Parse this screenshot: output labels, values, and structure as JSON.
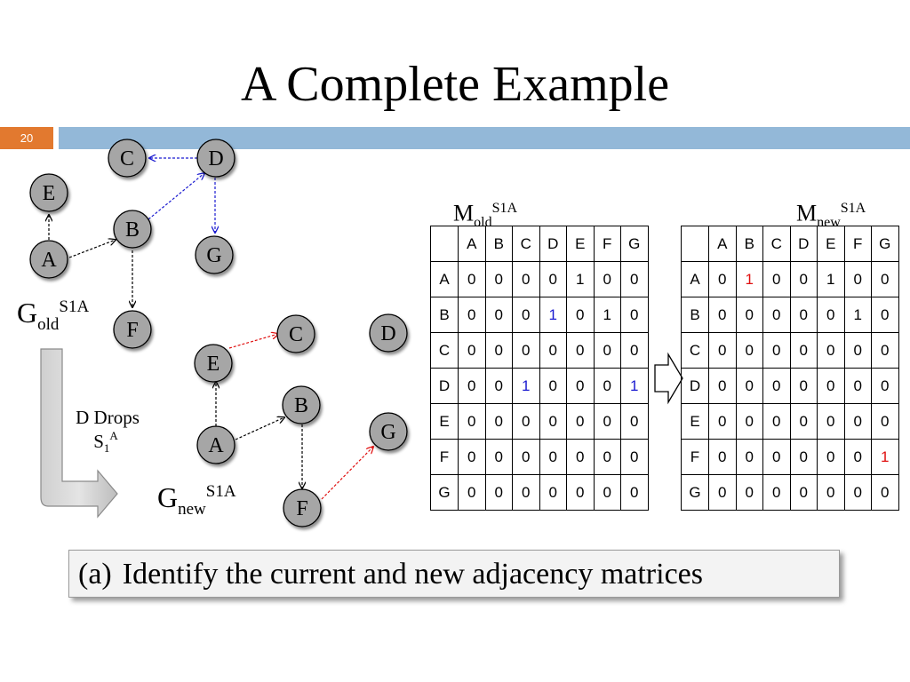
{
  "slide": {
    "title": "A Complete Example",
    "number": "20"
  },
  "graph_old": {
    "label_main": "G",
    "label_sub": "old",
    "label_sup": "S1A",
    "nodes": [
      "C",
      "D",
      "E",
      "B",
      "A",
      "G",
      "F"
    ],
    "edges": [
      {
        "from": "A",
        "to": "E",
        "style": "dashed",
        "color": "#000000"
      },
      {
        "from": "A",
        "to": "B",
        "style": "dashed",
        "color": "#000000"
      },
      {
        "from": "B",
        "to": "F",
        "style": "dashed",
        "color": "#000000"
      },
      {
        "from": "B",
        "to": "D",
        "style": "dashed",
        "color": "#1a1ad0"
      },
      {
        "from": "D",
        "to": "C",
        "style": "dashed",
        "color": "#1a1ad0"
      },
      {
        "from": "D",
        "to": "G",
        "style": "dashed",
        "color": "#1a1ad0"
      }
    ]
  },
  "graph_new": {
    "label_main": "G",
    "label_sub": "new",
    "label_sup": "S1A",
    "nodes": [
      "C",
      "D",
      "E",
      "B",
      "G",
      "A",
      "F"
    ],
    "edges": [
      {
        "from": "E",
        "to": "C",
        "style": "dashed",
        "color": "#e01010"
      },
      {
        "from": "A",
        "to": "E",
        "style": "dashed",
        "color": "#000000"
      },
      {
        "from": "A",
        "to": "B",
        "style": "dashed",
        "color": "#000000"
      },
      {
        "from": "B",
        "to": "F",
        "style": "dashed",
        "color": "#000000"
      },
      {
        "from": "F",
        "to": "G",
        "style": "dashed",
        "color": "#e01010"
      }
    ]
  },
  "transition": {
    "line1": "D Drops",
    "line2_main": "S",
    "line2_sub": "1",
    "line2_sup": "A"
  },
  "matrix_old": {
    "label_main": "M",
    "label_sub": "old",
    "label_sup": "S1A",
    "headers": [
      "A",
      "B",
      "C",
      "D",
      "E",
      "F",
      "G"
    ],
    "rows": [
      {
        "label": "A",
        "values": [
          "0",
          "0",
          "0",
          "0",
          "1",
          "0",
          "0"
        ]
      },
      {
        "label": "B",
        "values": [
          "0",
          "0",
          "0",
          "1",
          "0",
          "1",
          "0"
        ]
      },
      {
        "label": "C",
        "values": [
          "0",
          "0",
          "0",
          "0",
          "0",
          "0",
          "0"
        ]
      },
      {
        "label": "D",
        "values": [
          "0",
          "0",
          "1",
          "0",
          "0",
          "0",
          "1"
        ]
      },
      {
        "label": "E",
        "values": [
          "0",
          "0",
          "0",
          "0",
          "0",
          "0",
          "0"
        ]
      },
      {
        "label": "F",
        "values": [
          "0",
          "0",
          "0",
          "0",
          "0",
          "0",
          "0"
        ]
      },
      {
        "label": "G",
        "values": [
          "0",
          "0",
          "0",
          "0",
          "0",
          "0",
          "0"
        ]
      }
    ],
    "highlights": [
      {
        "row": 1,
        "col": 3,
        "color": "blue"
      },
      {
        "row": 3,
        "col": 2,
        "color": "blue"
      },
      {
        "row": 3,
        "col": 6,
        "color": "blue"
      }
    ]
  },
  "matrix_new": {
    "label_main": "M",
    "label_sub": "new",
    "label_sup": "S1A",
    "headers": [
      "A",
      "B",
      "C",
      "D",
      "E",
      "F",
      "G"
    ],
    "rows": [
      {
        "label": "A",
        "values": [
          "0",
          "1",
          "0",
          "0",
          "1",
          "0",
          "0"
        ]
      },
      {
        "label": "B",
        "values": [
          "0",
          "0",
          "0",
          "0",
          "0",
          "1",
          "0"
        ]
      },
      {
        "label": "C",
        "values": [
          "0",
          "0",
          "0",
          "0",
          "0",
          "0",
          "0"
        ]
      },
      {
        "label": "D",
        "values": [
          "0",
          "0",
          "0",
          "0",
          "0",
          "0",
          "0"
        ]
      },
      {
        "label": "E",
        "values": [
          "0",
          "0",
          "0",
          "0",
          "0",
          "0",
          "0"
        ]
      },
      {
        "label": "F",
        "values": [
          "0",
          "0",
          "0",
          "0",
          "0",
          "0",
          "1"
        ]
      },
      {
        "label": "G",
        "values": [
          "0",
          "0",
          "0",
          "0",
          "0",
          "0",
          "0"
        ]
      }
    ],
    "highlights": [
      {
        "row": 0,
        "col": 1,
        "color": "red"
      },
      {
        "row": 5,
        "col": 6,
        "color": "red"
      }
    ]
  },
  "caption": {
    "marker": "(a)",
    "text": "Identify the current and new adjacency matrices"
  },
  "colors": {
    "node_fill": "#a6a6a6",
    "accent_bar": "#93b8d8",
    "slide_number_bg": "#e2792f",
    "blue": "#1a1ad0",
    "red": "#e01010"
  }
}
